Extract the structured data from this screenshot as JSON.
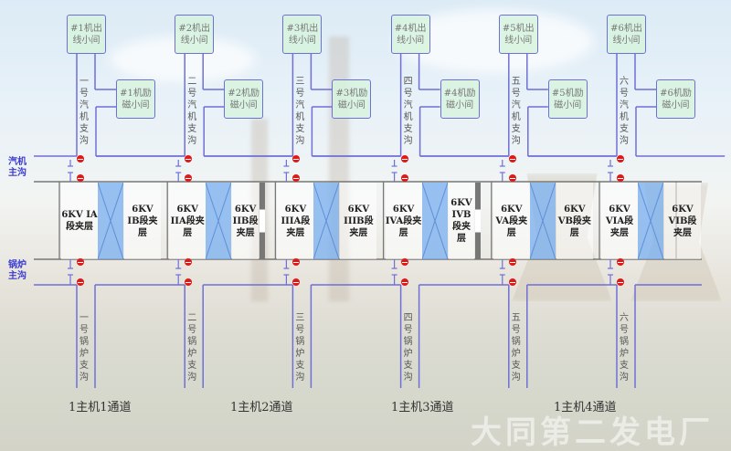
{
  "side_labels": {
    "turbine_main": "汽机主沟",
    "boiler_main": "锅炉主沟"
  },
  "units": [
    {
      "output": "#1机出线小间",
      "exciter": "#1机励磁小间",
      "turbine_branch": "一号汽机支沟",
      "boiler_branch": "一号锅炉支沟",
      "room_a": "6KV IA段夹层",
      "room_b": "6KV IB段夹层"
    },
    {
      "output": "#2机出线小间",
      "exciter": "#2机励磁小间",
      "turbine_branch": "二号汽机支沟",
      "boiler_branch": "二号锅炉支沟",
      "room_a": "6KV IIA段夹层",
      "room_b": "6KV IIB段夹层"
    },
    {
      "output": "#3机出线小间",
      "exciter": "#3机励磁小间",
      "turbine_branch": "三号汽机支沟",
      "boiler_branch": "三号锅炉支沟",
      "room_a": "6KV IIIA段夹层",
      "room_b": "6KV IIIB段夹层"
    },
    {
      "output": "#4机出线小间",
      "exciter": "#4机励磁小间",
      "turbine_branch": "四号汽机支沟",
      "boiler_branch": "四号锅炉支沟",
      "room_a": "6KV IVA段夹层",
      "room_b": "6KV IVB段夹层"
    },
    {
      "output": "#5机出线小间",
      "exciter": "#5机励磁小间",
      "turbine_branch": "五号汽机支沟",
      "boiler_branch": "五号锅炉支沟",
      "room_a": "6KV VA段夹层",
      "room_b": "6KV VB段夹层"
    },
    {
      "output": "#6机出线小间",
      "exciter": "#6机励磁小间",
      "turbine_branch": "六号汽机支沟",
      "boiler_branch": "六号锅炉支沟",
      "room_a": "6KV VIA段夹层",
      "room_b": "6KV VIB段夹层"
    }
  ],
  "channels": [
    "1主机1通道",
    "1主机2通道",
    "1主机3通道",
    "1主机4通道"
  ],
  "watermark": "大同第二发电厂",
  "colors": {
    "line": "#6f6fd8",
    "box_fill": "#d7f3de",
    "fire_door": "#78aff0",
    "plug": "#e01818",
    "label": "#3b3bd0"
  }
}
